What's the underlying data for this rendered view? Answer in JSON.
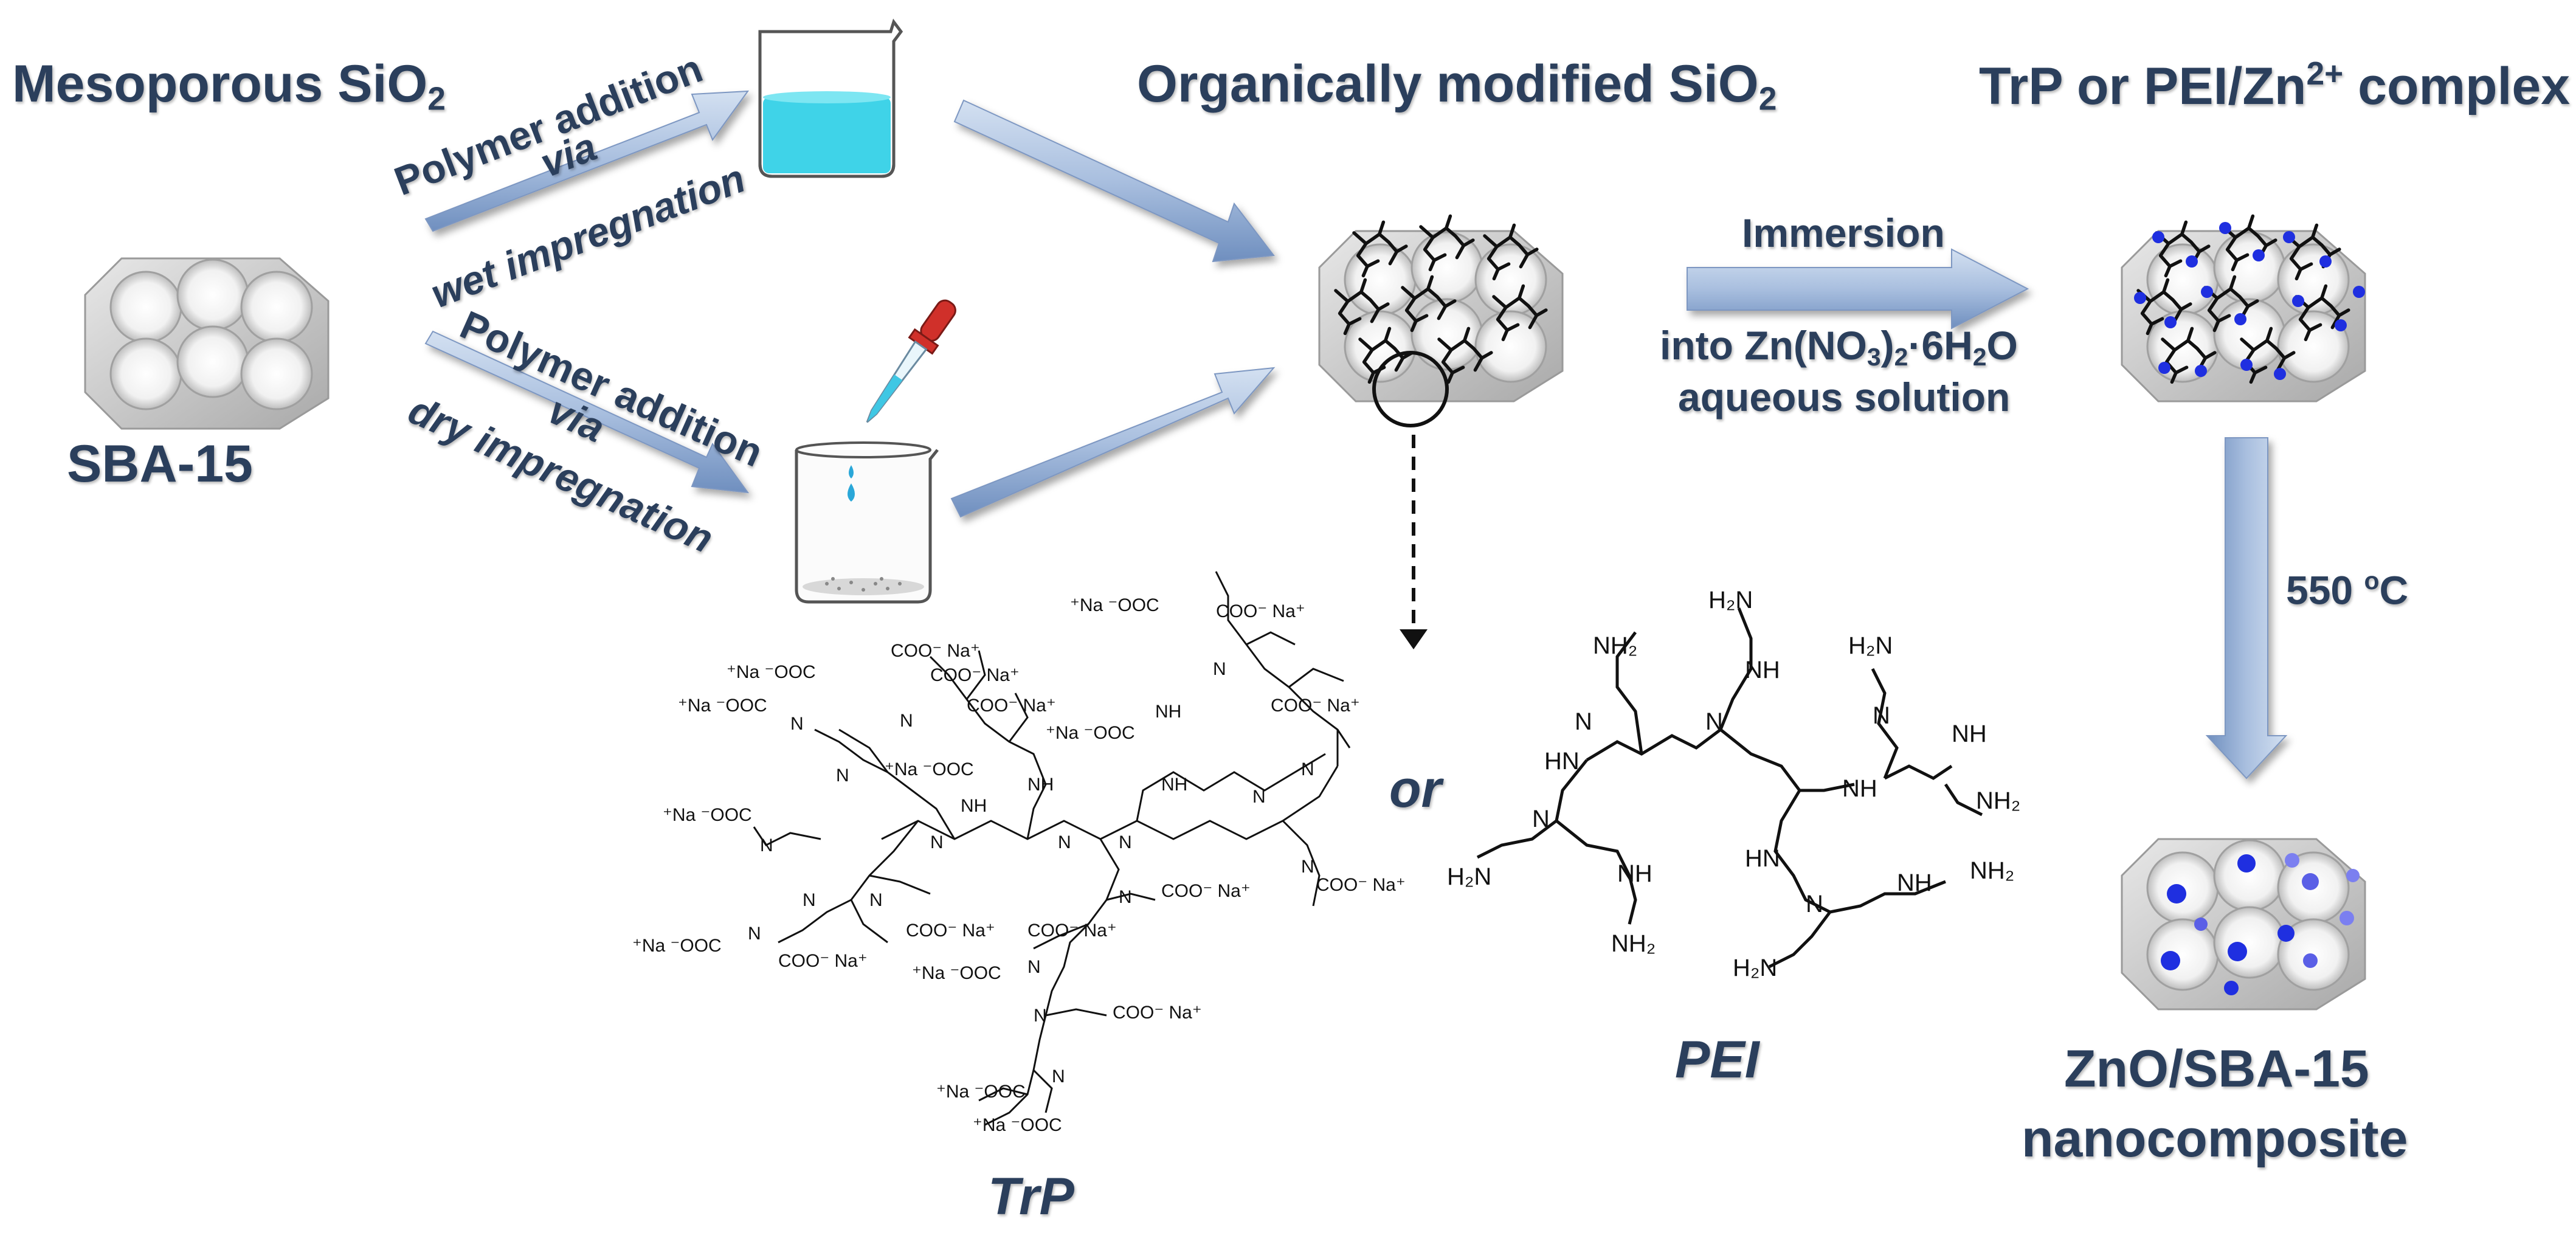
{
  "labels": {
    "mesoporous": "Mesoporous SiO",
    "mesoporous_sub": "2",
    "sba15": "SBA-15",
    "organic": "Organically modified SiO",
    "organic_sub": "2",
    "complex_pre": "TrP or PEI/Zn",
    "complex_sup": "2+",
    "complex_post": " complex",
    "wet_line1": "Polymer addition",
    "wet_line2": "via",
    "wet_line3": "wet impregnation",
    "dry_line1": "Polymer addition",
    "dry_line2": "via",
    "dry_line3": "dry impregnation",
    "immersion": "Immersion",
    "into_pre": "into Zn(NO",
    "into_sub1": "3",
    "into_mid": ")",
    "into_sub2": "2",
    "into_post": "·6H",
    "into_sub3": "2",
    "into_end": "O",
    "aqueous": "aqueous solution",
    "temp": "550 ",
    "temp_sup": "o",
    "temp_unit": "C",
    "or": "or",
    "trp": "TrP",
    "pei": "PEI",
    "product_line1": "ZnO/SBA-15",
    "product_line2": "nanocomposite"
  },
  "chem": {
    "na_ooc": "⁺Na ⁻OOC",
    "coo_na": "COO⁻ Na⁺",
    "n": "N",
    "nh": "NH",
    "hn": "HN",
    "h2n": "H₂N",
    "nh2": "NH₂"
  },
  "colors": {
    "title_text": "#2b3f5c",
    "arrow_light": "#c6d6ec",
    "arrow_dark": "#6f8fbf",
    "silica": "#cfcfcf",
    "liquid": "#3fd3e8",
    "dropper": "#d0302a",
    "zinc": "#1f2fe0"
  }
}
